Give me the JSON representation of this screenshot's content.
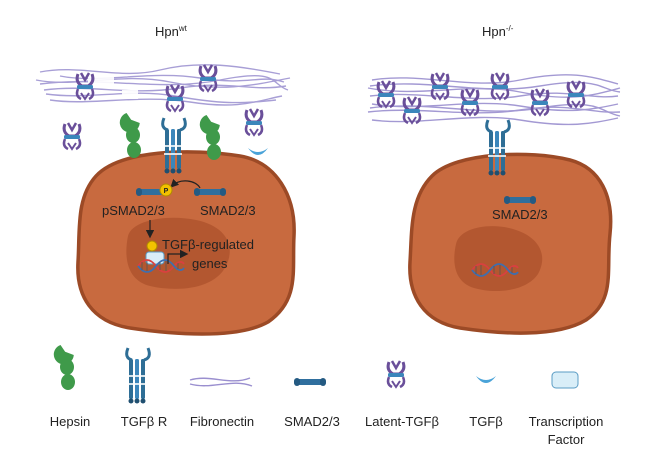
{
  "panels": {
    "left": {
      "title": "Hpn",
      "superscript": "wt",
      "phospho_label": "pSMAD2/3",
      "smad_label": "SMAD2/3",
      "phospho_badge": "P",
      "genes_line1": "TGFβ-regulated",
      "genes_line2": "genes"
    },
    "right": {
      "title": "Hpn",
      "superscript": "-/-",
      "smad_label": "SMAD2/3"
    }
  },
  "legend": {
    "hepsin": "Hepsin",
    "tgfb_receptor": "TGFβ R",
    "fibronectin": "Fibronectin",
    "smad": "SMAD2/3",
    "latent_tgfb": "Latent-TGFβ",
    "tgfb": "TGFβ",
    "tf_line1": "Transcription",
    "tf_line2": "Factor"
  },
  "colors": {
    "cell_fill": "#c86a3f",
    "cell_stroke": "#9c4a26",
    "nucleus_fill": "#b0552f",
    "fibronectin": "#9a8fcf",
    "hepsin": "#3f9a4a",
    "receptor": "#2e6e96",
    "smad": "#2f6f9e",
    "latent_tgfb": "#6a4f9a",
    "tgfb": "#4aa3d8",
    "phospho": "#f2c200",
    "dna_red": "#d94040",
    "dna_blue": "#3d6fb0"
  }
}
